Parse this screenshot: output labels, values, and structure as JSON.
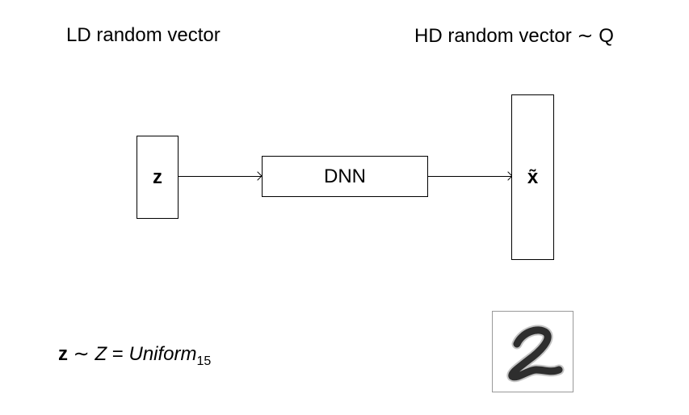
{
  "labels": {
    "ld_title": "LD random vector",
    "hd_title_text": "HD random vector",
    "hd_title_sym": "∼",
    "hd_title_dist": "Q"
  },
  "nodes": {
    "z": "z",
    "dnn": "DNN",
    "x_tilde": "x̃"
  },
  "formula": {
    "var": "z",
    "sim": "∼",
    "Z": "Z",
    "eq": "=",
    "dist": "Uniform",
    "subscript": "15"
  },
  "sample_image": {
    "digit": "2"
  }
}
